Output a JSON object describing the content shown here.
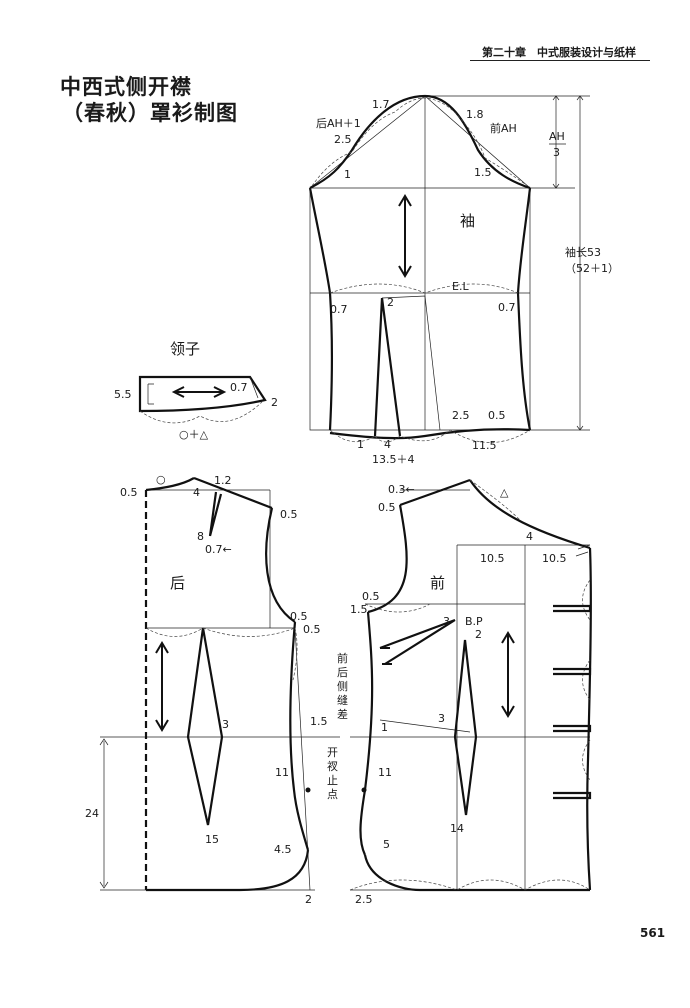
{
  "header": {
    "chapter": "第二十章　中式服装设计与纸样"
  },
  "title": {
    "line1": "中西式侧开襟",
    "line2": "（春秋）罩衫制图"
  },
  "page_number": "561",
  "sleeve": {
    "name": "袖",
    "labels": {
      "cap_17": "1.7",
      "cap_18": "1.8",
      "back_ah": "后AH＋1",
      "front_ah": "前AH",
      "cap_25": "2.5",
      "cap_1": "1",
      "cap_15": "1.5",
      "ah_top": "AH",
      "ah_bottom": "3",
      "length": "袖长53",
      "length_note": "（52＋1）",
      "el": "E.L",
      "el_left": "0.7",
      "el_mid": "2",
      "el_right": "0.7",
      "hem_25": "2.5",
      "hem_05": "0.5",
      "hem_1": "1",
      "hem_4": "4",
      "hem_115": "11.5",
      "hem_width": "13.5＋4"
    }
  },
  "collar": {
    "name": "领子",
    "labels": {
      "h55": "5.5",
      "c07": "0.7",
      "c2": "2",
      "length": "○＋△"
    }
  },
  "back": {
    "name": "后",
    "labels": {
      "circle": "○",
      "b05": "0.5",
      "b4": "4",
      "b12": "1.2",
      "b8": "8",
      "b07": "0.7←",
      "shoulder05": "↓\n0.5",
      "armhole05a": "0.5",
      "armhole05b": "0.5",
      "d3": "3",
      "d15": "15",
      "side15": "1.5",
      "side11": "11",
      "h24": "24",
      "h45": "4.5",
      "h2": "2"
    }
  },
  "front": {
    "name": "前",
    "labels": {
      "f03": "0.3←",
      "f05": "0.5",
      "triangle": "△",
      "f4": "4",
      "w105a": "10.5",
      "w105b": "10.5",
      "a05": "0.5",
      "a15": "1.5",
      "bp3": "3",
      "bp": "B.P",
      "bp2": "2",
      "side_note": "前后侧缝差",
      "d3": "3",
      "d14": "14",
      "s1": "1",
      "s11": "11",
      "h5": "5",
      "h25": "2.5"
    }
  },
  "vent_note": "开衩止点"
}
